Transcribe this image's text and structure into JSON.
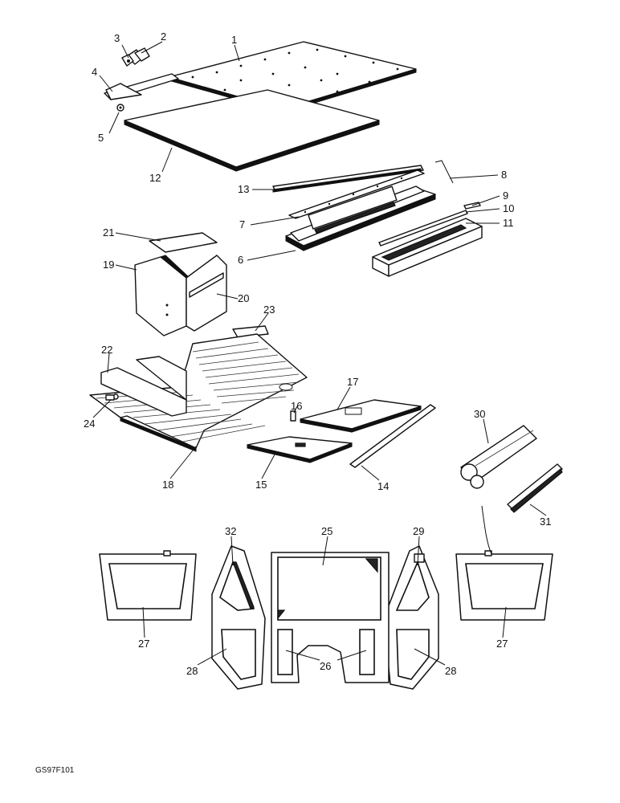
{
  "figure_ref": "GS97F101",
  "callouts": {
    "c1": "1",
    "c2": "2",
    "c3": "3",
    "c4": "4",
    "c5": "5",
    "c6": "6",
    "c7": "7",
    "c8": "8",
    "c9": "9",
    "c10": "10",
    "c11": "11",
    "c12": "12",
    "c13": "13",
    "c14": "14",
    "c15": "15",
    "c16": "16",
    "c17": "17",
    "c18": "18",
    "c19": "19",
    "c20": "20",
    "c21": "21",
    "c22": "22",
    "c23": "23",
    "c24": "24",
    "c25": "25",
    "c26": "26",
    "c27a": "27",
    "c27b": "27",
    "c28a": "28",
    "c28b": "28",
    "c29": "29",
    "c30": "30",
    "c31": "31",
    "c32": "32"
  }
}
